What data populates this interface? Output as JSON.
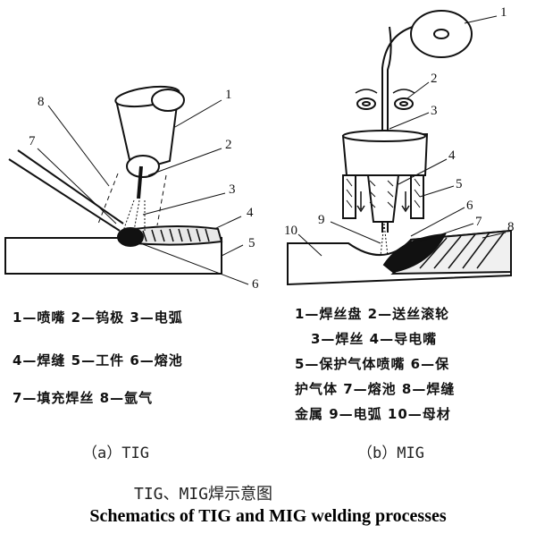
{
  "tig": {
    "numbers": [
      "1",
      "2",
      "3",
      "4",
      "5",
      "6",
      "7",
      "8"
    ],
    "legend": [
      "1—喷嘴  2—钨极  3—电弧",
      "4—焊缝  5—工件  6—熔池",
      "7—填充焊丝  8—氩气"
    ],
    "caption": "（a）TIG"
  },
  "mig": {
    "numbers": [
      "1",
      "2",
      "3",
      "4",
      "5",
      "6",
      "7",
      "8",
      "9",
      "10"
    ],
    "legend": [
      "1—焊丝盘  2—送丝滚轮",
      "3—焊丝  4—导电嘴",
      "5—保护气体喷嘴  6—保",
      "护气体  7—熔池  8—焊缝",
      "金属  9—电弧  10—母材"
    ],
    "caption": "（b）MIG"
  },
  "caption_cn": "TIG、MIG焊示意图",
  "caption_en": "Schematics of TIG and MIG welding processes"
}
